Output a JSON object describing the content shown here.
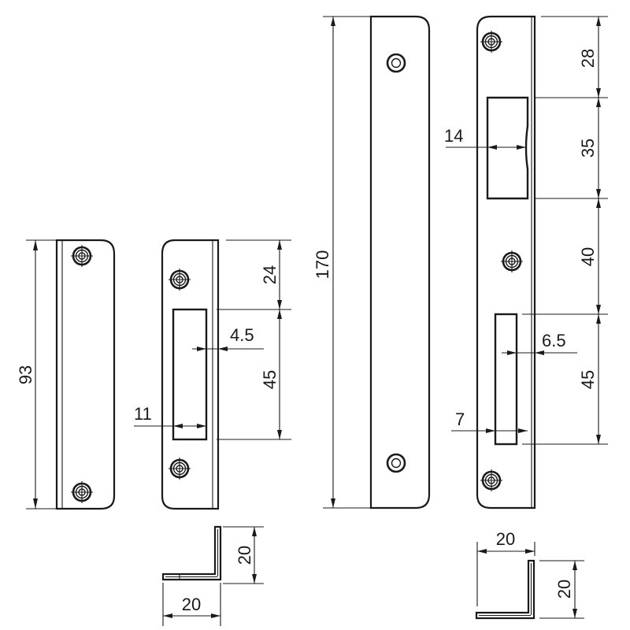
{
  "title": "Strike plate technical drawing with dimensions (mm)",
  "colors": {
    "line": "#1a1a1a",
    "background": "#ffffff"
  },
  "parts": [
    {
      "id": "flat-strike-plate",
      "dimensions": {
        "height": "93"
      }
    },
    {
      "id": "angled-strike-plate-short",
      "dimensions": {
        "top_to_slot": "24",
        "slot_height": "45",
        "slot_offset_right": "4.5",
        "slot_width": "11"
      }
    },
    {
      "id": "angle-profile-short",
      "dimensions": {
        "width": "20",
        "height": "20"
      }
    },
    {
      "id": "flat-strike-plate-long",
      "dimensions": {
        "height": "170"
      }
    },
    {
      "id": "angled-strike-plate-long",
      "dimensions": {
        "top_to_latch": "28",
        "latch_height": "35",
        "latch_to_bolt": "40",
        "bolt_height": "45",
        "latch_width": "14",
        "bolt_offset_right": "6.5",
        "bolt_width": "7"
      }
    },
    {
      "id": "angle-profile-long",
      "dimensions": {
        "width": "20",
        "height": "20"
      }
    }
  ],
  "labels": {
    "d93": "93",
    "d24": "24",
    "d45a": "45",
    "d4_5": "4.5",
    "d11": "11",
    "d20a_h": "20",
    "d20a_v": "20",
    "d170": "170",
    "d28": "28",
    "d35": "35",
    "d14": "14",
    "d40": "40",
    "d6_5": "6.5",
    "d45b": "45",
    "d7": "7",
    "d20b_h": "20",
    "d20b_v": "20"
  }
}
